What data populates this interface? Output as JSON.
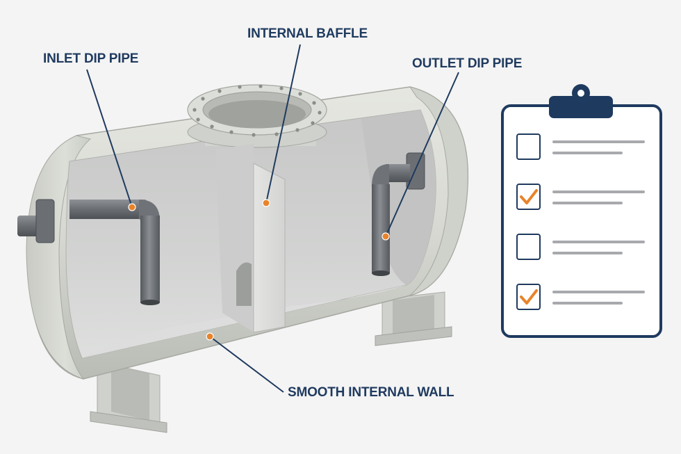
{
  "callouts": {
    "internal_baffle": "INTERNAL BAFFLE",
    "inlet_dip_pipe": "INLET DIP PIPE",
    "outlet_dip_pipe": "OUTLET DIP PIPE",
    "smooth_internal_wall": "SMOOTH INTERNAL WALL"
  },
  "checklist": {
    "items": [
      {
        "checked": false
      },
      {
        "checked": true
      },
      {
        "checked": false
      },
      {
        "checked": true
      }
    ]
  },
  "colors": {
    "label": "#1f3a5f",
    "leader_line": "#1f3a5f",
    "dot": "#e8832a",
    "check": "#e8832a",
    "clipboard_border": "#1f3a5f"
  }
}
